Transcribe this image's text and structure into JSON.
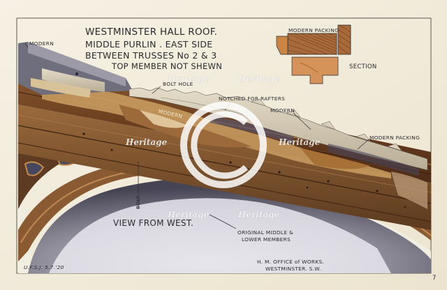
{
  "title_lines": [
    "WESTMINSTER HALL ROOF.",
    "MIDDLE PURLIN . EAST SIDE",
    "BETWEEN TRUSSES No 2 & 3",
    "TOP MEMBER NOT SHEWN"
  ],
  "labels": {
    "modern_top_left": "MODERN",
    "modern_packing_top": "MODERN PACKING",
    "section": "SECTION",
    "bolt_hole": "BOLT HOLE",
    "notched_for_rafters": "NOTCHED FOR RAFTERS",
    "modern_center": "MODERN",
    "modern_right": "MODERN",
    "modern_packing_right": "MODERN PACKING",
    "bolt": "BOLT",
    "view_from_west": "VIEW FROM WEST.",
    "original_members_line1": "ORIGINAL MIDDLE &",
    "original_members_line2": "LOWER MEMBERS",
    "office_line1": "H. M. OFFICE of WORKS.",
    "office_line2": "WESTMINSTER. S.W.",
    "initials_date": "U.F.S.J. 5.7.'20",
    "sheet_number": "7"
  },
  "watermark": "Heritage",
  "colors": {
    "paper": "#f4eedf",
    "ink": "#2b2a2e",
    "timber_light": "#c9a878",
    "timber_dark": "#7a4a24",
    "packing": "#b5713c",
    "arch_shadow": "#38374a"
  }
}
